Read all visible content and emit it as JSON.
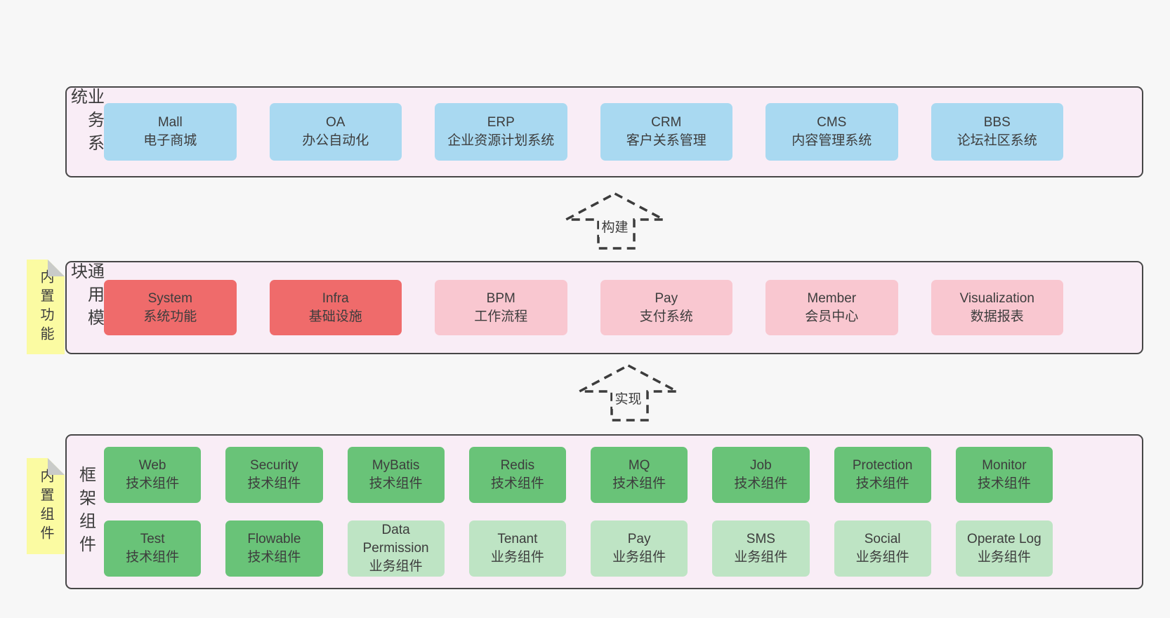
{
  "colors": {
    "page-bg": "#f7f7f7",
    "panel-bg": "#f9edf6",
    "panel-border": "#474747",
    "box-blue": "#a9d9f1",
    "box-red": "#ef6b6b",
    "box-pink": "#f9c7d0",
    "box-green": "#69c378",
    "box-lightgreen": "#bee4c4",
    "note-bg": "#fbfba2",
    "note-fold": "#c9cbc9",
    "text": "#3d3d3d",
    "arrow": "#3c3c3c"
  },
  "business_layer": {
    "label": "业务系统",
    "boxes": [
      {
        "name": "Mall",
        "desc": "电子商城",
        "variant": "blue"
      },
      {
        "name": "OA",
        "desc": "办公自动化",
        "variant": "blue"
      },
      {
        "name": "ERP",
        "desc": "企业资源计划系统",
        "variant": "blue"
      },
      {
        "name": "CRM",
        "desc": "客户关系管理",
        "variant": "blue"
      },
      {
        "name": "CMS",
        "desc": "内容管理系统",
        "variant": "blue"
      },
      {
        "name": "BBS",
        "desc": "论坛社区系统",
        "variant": "blue"
      }
    ]
  },
  "arrow_build": {
    "label": "构建"
  },
  "module_layer": {
    "label": "通用模块",
    "note": "内置功能",
    "boxes": [
      {
        "name": "System",
        "desc": "系统功能",
        "variant": "red"
      },
      {
        "name": "Infra",
        "desc": "基础设施",
        "variant": "red"
      },
      {
        "name": "BPM",
        "desc": "工作流程",
        "variant": "pink"
      },
      {
        "name": "Pay",
        "desc": "支付系统",
        "variant": "pink"
      },
      {
        "name": "Member",
        "desc": "会员中心",
        "variant": "pink"
      },
      {
        "name": "Visualization",
        "desc": "数据报表",
        "variant": "pink"
      }
    ]
  },
  "arrow_implement": {
    "label": "实现"
  },
  "component_layer": {
    "label": "框架组件",
    "note": "内置组件",
    "row1": [
      {
        "name": "Web",
        "desc": "技术组件",
        "variant": "green"
      },
      {
        "name": "Security",
        "desc": "技术组件",
        "variant": "green"
      },
      {
        "name": "MyBatis",
        "desc": "技术组件",
        "variant": "green"
      },
      {
        "name": "Redis",
        "desc": "技术组件",
        "variant": "green"
      },
      {
        "name": "MQ",
        "desc": "技术组件",
        "variant": "green"
      },
      {
        "name": "Job",
        "desc": "技术组件",
        "variant": "green"
      },
      {
        "name": "Protection",
        "desc": "技术组件",
        "variant": "green"
      },
      {
        "name": "Monitor",
        "desc": "技术组件",
        "variant": "green"
      }
    ],
    "row2": [
      {
        "name": "Test",
        "desc": "技术组件",
        "variant": "green"
      },
      {
        "name": "Flowable",
        "desc": "技术组件",
        "variant": "green"
      },
      {
        "name": "Data Permission",
        "desc": "业务组件",
        "variant": "lightgreen"
      },
      {
        "name": "Tenant",
        "desc": "业务组件",
        "variant": "lightgreen"
      },
      {
        "name": "Pay",
        "desc": "业务组件",
        "variant": "lightgreen"
      },
      {
        "name": "SMS",
        "desc": "业务组件",
        "variant": "lightgreen"
      },
      {
        "name": "Social",
        "desc": "业务组件",
        "variant": "lightgreen"
      },
      {
        "name": "Operate Log",
        "desc": "业务组件",
        "variant": "lightgreen"
      }
    ]
  }
}
